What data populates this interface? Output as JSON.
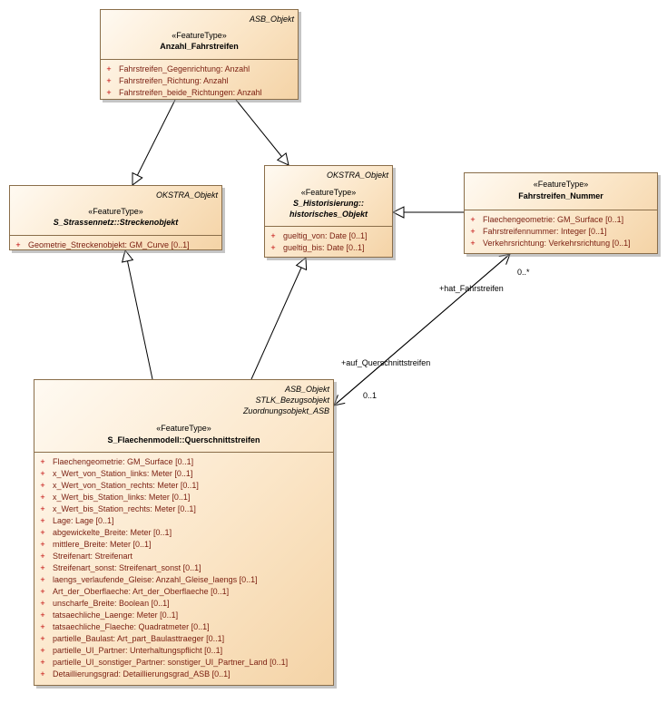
{
  "classes": {
    "anzahl": {
      "parents": [
        "ASB_Objekt"
      ],
      "stereotype": "«FeatureType»",
      "name": "Anzahl_Fahrstreifen",
      "attributes": [
        {
          "vis": "+",
          "text": "Fahrstreifen_Gegenrichtung: Anzahl"
        },
        {
          "vis": "+",
          "text": "Fahrstreifen_Richtung: Anzahl"
        },
        {
          "vis": "+",
          "text": "Fahrstreifen_beide_Richtungen: Anzahl"
        }
      ]
    },
    "strecke": {
      "parents": [
        "OKSTRA_Objekt"
      ],
      "stereotype": "«FeatureType»",
      "name": "S_Strassennetz::Streckenobjekt",
      "attributes": [
        {
          "vis": "+",
          "text": "Geometrie_Streckenobjekt: GM_Curve [0..1]"
        }
      ]
    },
    "hist": {
      "parents": [
        "OKSTRA_Objekt"
      ],
      "stereotype": "«FeatureType»",
      "name_line1": "S_Historisierung::",
      "name_line2": "historisches_Objekt",
      "attributes": [
        {
          "vis": "+",
          "text": "gueltig_von: Date [0..1]"
        },
        {
          "vis": "+",
          "text": "gueltig_bis: Date [0..1]"
        }
      ]
    },
    "fnum": {
      "stereotype": "«FeatureType»",
      "name": "Fahrstreifen_Nummer",
      "attributes": [
        {
          "vis": "+",
          "text": "Flaechengeometrie: GM_Surface [0..1]"
        },
        {
          "vis": "+",
          "text": "Fahrstreifennummer: Integer [0..1]"
        },
        {
          "vis": "+",
          "text": "Verkehrsrichtung: Verkehrsrichtung [0..1]"
        }
      ]
    },
    "quer": {
      "parents": [
        "ASB_Objekt",
        "STLK_Bezugsobjekt",
        "Zuordnungsobjekt_ASB"
      ],
      "stereotype": "«FeatureType»",
      "name": "S_Flaechenmodell::Querschnittstreifen",
      "attributes": [
        {
          "vis": "+",
          "text": "Flaechengeometrie: GM_Surface [0..1]"
        },
        {
          "vis": "+",
          "text": "x_Wert_von_Station_links: Meter [0..1]"
        },
        {
          "vis": "+",
          "text": "x_Wert_von_Station_rechts: Meter [0..1]"
        },
        {
          "vis": "+",
          "text": "x_Wert_bis_Station_links: Meter [0..1]"
        },
        {
          "vis": "+",
          "text": "x_Wert_bis_Station_rechts: Meter [0..1]"
        },
        {
          "vis": "+",
          "text": "Lage: Lage [0..1]"
        },
        {
          "vis": "+",
          "text": "abgewickelte_Breite: Meter [0..1]"
        },
        {
          "vis": "+",
          "text": "mittlere_Breite: Meter [0..1]"
        },
        {
          "vis": "+",
          "text": "Streifenart: Streifenart"
        },
        {
          "vis": "+",
          "text": "Streifenart_sonst: Streifenart_sonst [0..1]"
        },
        {
          "vis": "+",
          "text": "laengs_verlaufende_Gleise: Anzahl_Gleise_laengs [0..1]"
        },
        {
          "vis": "+",
          "text": "Art_der_Oberflaeche: Art_der_Oberflaeche [0..1]"
        },
        {
          "vis": "+",
          "text": "unscharfe_Breite: Boolean [0..1]"
        },
        {
          "vis": "+",
          "text": "tatsaechliche_Laenge: Meter [0..1]"
        },
        {
          "vis": "+",
          "text": "tatsaechliche_Flaeche: Quadratmeter [0..1]"
        },
        {
          "vis": "+",
          "text": "partielle_Baulast: Art_part_Baulasttraeger [0..1]"
        },
        {
          "vis": "+",
          "text": "partielle_UI_Partner: Unterhaltungspflicht [0..1]"
        },
        {
          "vis": "+",
          "text": "partielle_UI_sonstiger_Partner: sonstiger_UI_Partner_Land [0..1]"
        },
        {
          "vis": "+",
          "text": "Detaillierungsgrad: Detaillierungsgrad_ASB [0..1]"
        }
      ]
    }
  },
  "association": {
    "role_target": "+hat_Fahrstreifen",
    "mult_target": "0..*",
    "role_source": "+auf_Querschnittstreifen",
    "mult_source": "0..1"
  }
}
